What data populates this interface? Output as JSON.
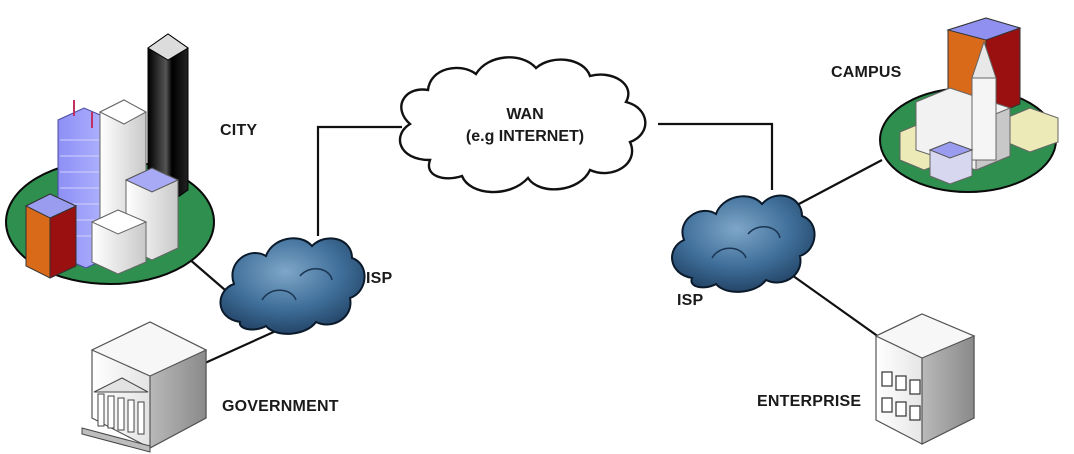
{
  "nodes": {
    "city": "CITY",
    "wan_line1": "WAN",
    "wan_line2": "(e.g INTERNET)",
    "isp_left": "ISP",
    "isp_right": "ISP",
    "campus": "CAMPUS",
    "government": "GOVERNMENT",
    "enterprise": "ENTERPRISE"
  },
  "icons": {
    "city": "city-skyline-icon",
    "campus": "campus-church-icon",
    "government": "government-building-icon",
    "enterprise": "enterprise-office-icon",
    "isp": "isp-cloud-icon",
    "wan": "wan-cloud-icon"
  },
  "colors": {
    "line": "#111111",
    "ground_green": "#2f8f4f",
    "isp_cloud": "#3f6f9a",
    "tower_black": "#111111",
    "building_blue": "#8f8ff0",
    "building_orange": "#d86a1a",
    "building_red": "#9a1010"
  }
}
